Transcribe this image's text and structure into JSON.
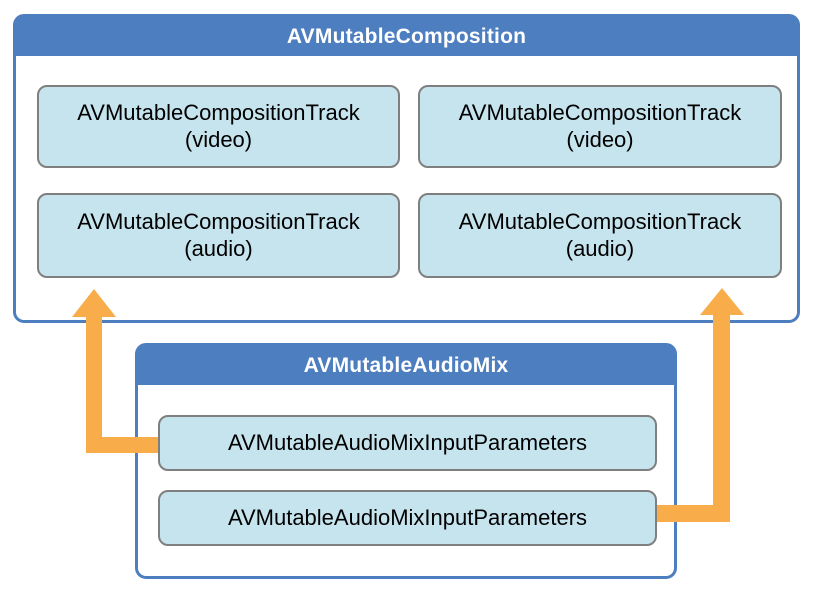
{
  "colors": {
    "header_blue": "#4d7ebf",
    "border_blue": "#4d7ebf",
    "box_fill": "#c6e4ee",
    "box_border": "#7f7f7f",
    "arrow_orange": "#f8ac4a",
    "background": "#ffffff",
    "header_text": "#ffffff",
    "box_text": "#000000"
  },
  "composition": {
    "title": "AVMutableComposition",
    "tracks": [
      {
        "name": "AVMutableCompositionTrack",
        "kind": "(video)"
      },
      {
        "name": "AVMutableCompositionTrack",
        "kind": "(video)"
      },
      {
        "name": "AVMutableCompositionTrack",
        "kind": "(audio)"
      },
      {
        "name": "AVMutableCompositionTrack",
        "kind": "(audio)"
      }
    ]
  },
  "audio_mix": {
    "title": "AVMutableAudioMix",
    "input_parameters": [
      {
        "label": "AVMutableAudioMixInputParameters"
      },
      {
        "label": "AVMutableAudioMixInputParameters"
      }
    ]
  }
}
